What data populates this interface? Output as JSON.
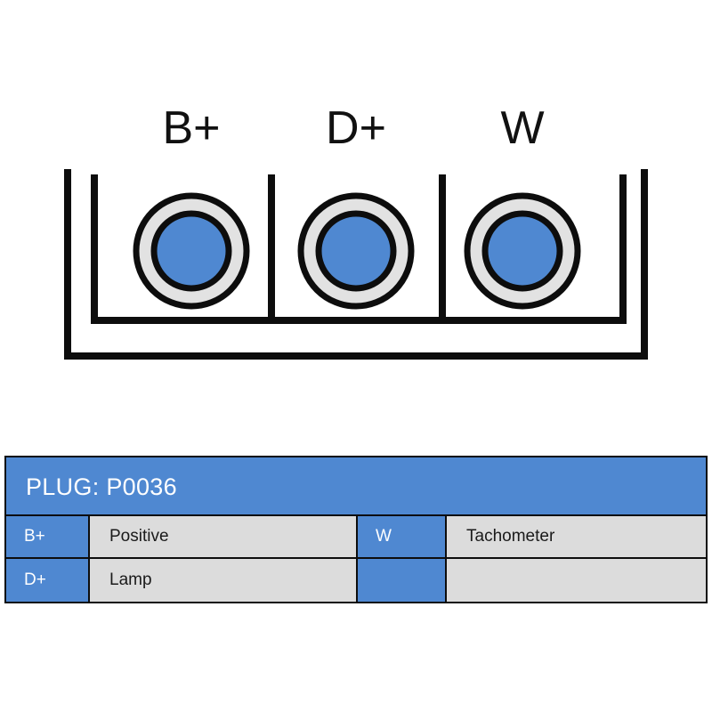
{
  "diagram": {
    "terminal_labels": [
      "B+",
      "D+",
      "W"
    ],
    "colors": {
      "terminal_center": "#4f88d1",
      "terminal_ring": "#dcdcdc",
      "outline": "#0d0d0d"
    }
  },
  "table": {
    "header": "PLUG: P0036",
    "rows": [
      {
        "key_left": "B+",
        "value_left": "Positive",
        "key_right": "W",
        "value_right": "Tachometer"
      },
      {
        "key_left": "D+",
        "value_left": "Lamp",
        "key_right": "",
        "value_right": ""
      }
    ],
    "colors": {
      "accent": "#4f88d1",
      "value_bg": "#dcdcdc",
      "border": "#0d0d0d"
    }
  }
}
